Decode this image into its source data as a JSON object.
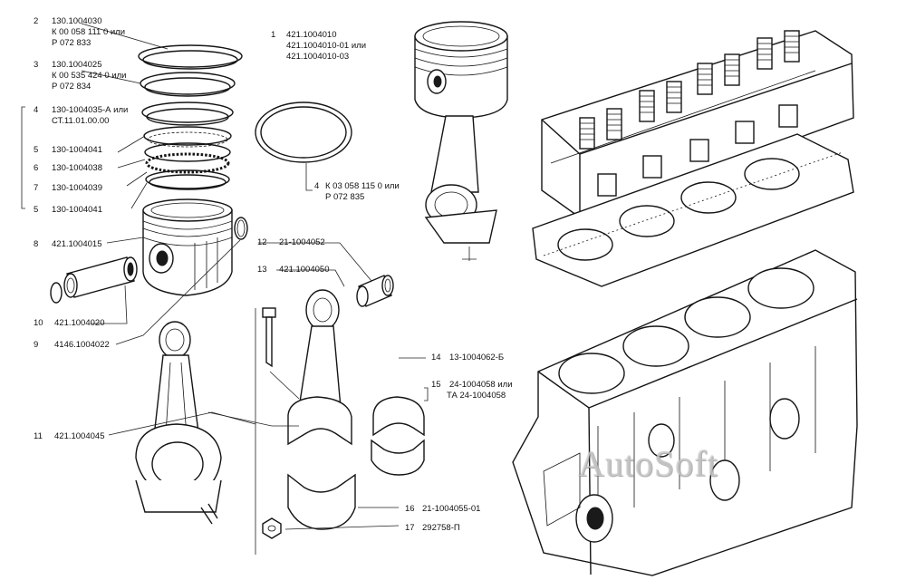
{
  "watermark": "AutoSoft",
  "callouts": [
    {
      "num": "1",
      "lines": [
        "421.1004010",
        "421.1004010-01 или",
        "421.1004010-03"
      ]
    },
    {
      "num": "2",
      "lines": [
        "130.1004030",
        "К 00 058 111 0 или",
        "Р 072 833"
      ]
    },
    {
      "num": "3",
      "lines": [
        "130.1004025",
        "К 00 535 424 0 или",
        "Р 072 834"
      ]
    },
    {
      "num": "4",
      "lines": [
        "130-1004035-А или",
        "СТ.11.01.00.00"
      ]
    },
    {
      "num": "5",
      "lines": [
        "130-1004041"
      ]
    },
    {
      "num": "6",
      "lines": [
        "130-1004038"
      ]
    },
    {
      "num": "7",
      "lines": [
        "130-1004039"
      ]
    },
    {
      "num": "5",
      "lines": [
        "130-1004041"
      ]
    },
    {
      "num": "8",
      "lines": [
        "421.1004015"
      ]
    },
    {
      "num": "4",
      "lines": [
        "К 03 058 115 0 или",
        "Р 072 835"
      ]
    },
    {
      "num": "12",
      "lines": [
        "21-1004052"
      ]
    },
    {
      "num": "13",
      "lines": [
        "421.1004050"
      ]
    },
    {
      "num": "10",
      "lines": [
        "421.1004020"
      ]
    },
    {
      "num": "9",
      "lines": [
        "4146.1004022"
      ]
    },
    {
      "num": "14",
      "lines": [
        "13-1004062-Б"
      ]
    },
    {
      "num": "15",
      "lines": [
        "24-1004058 или",
        "ТА 24-1004058"
      ]
    },
    {
      "num": "11",
      "lines": [
        "421.1004045"
      ]
    },
    {
      "num": "16",
      "lines": [
        "21-1004055-01"
      ]
    },
    {
      "num": "17",
      "lines": [
        "292758-П"
      ]
    }
  ]
}
